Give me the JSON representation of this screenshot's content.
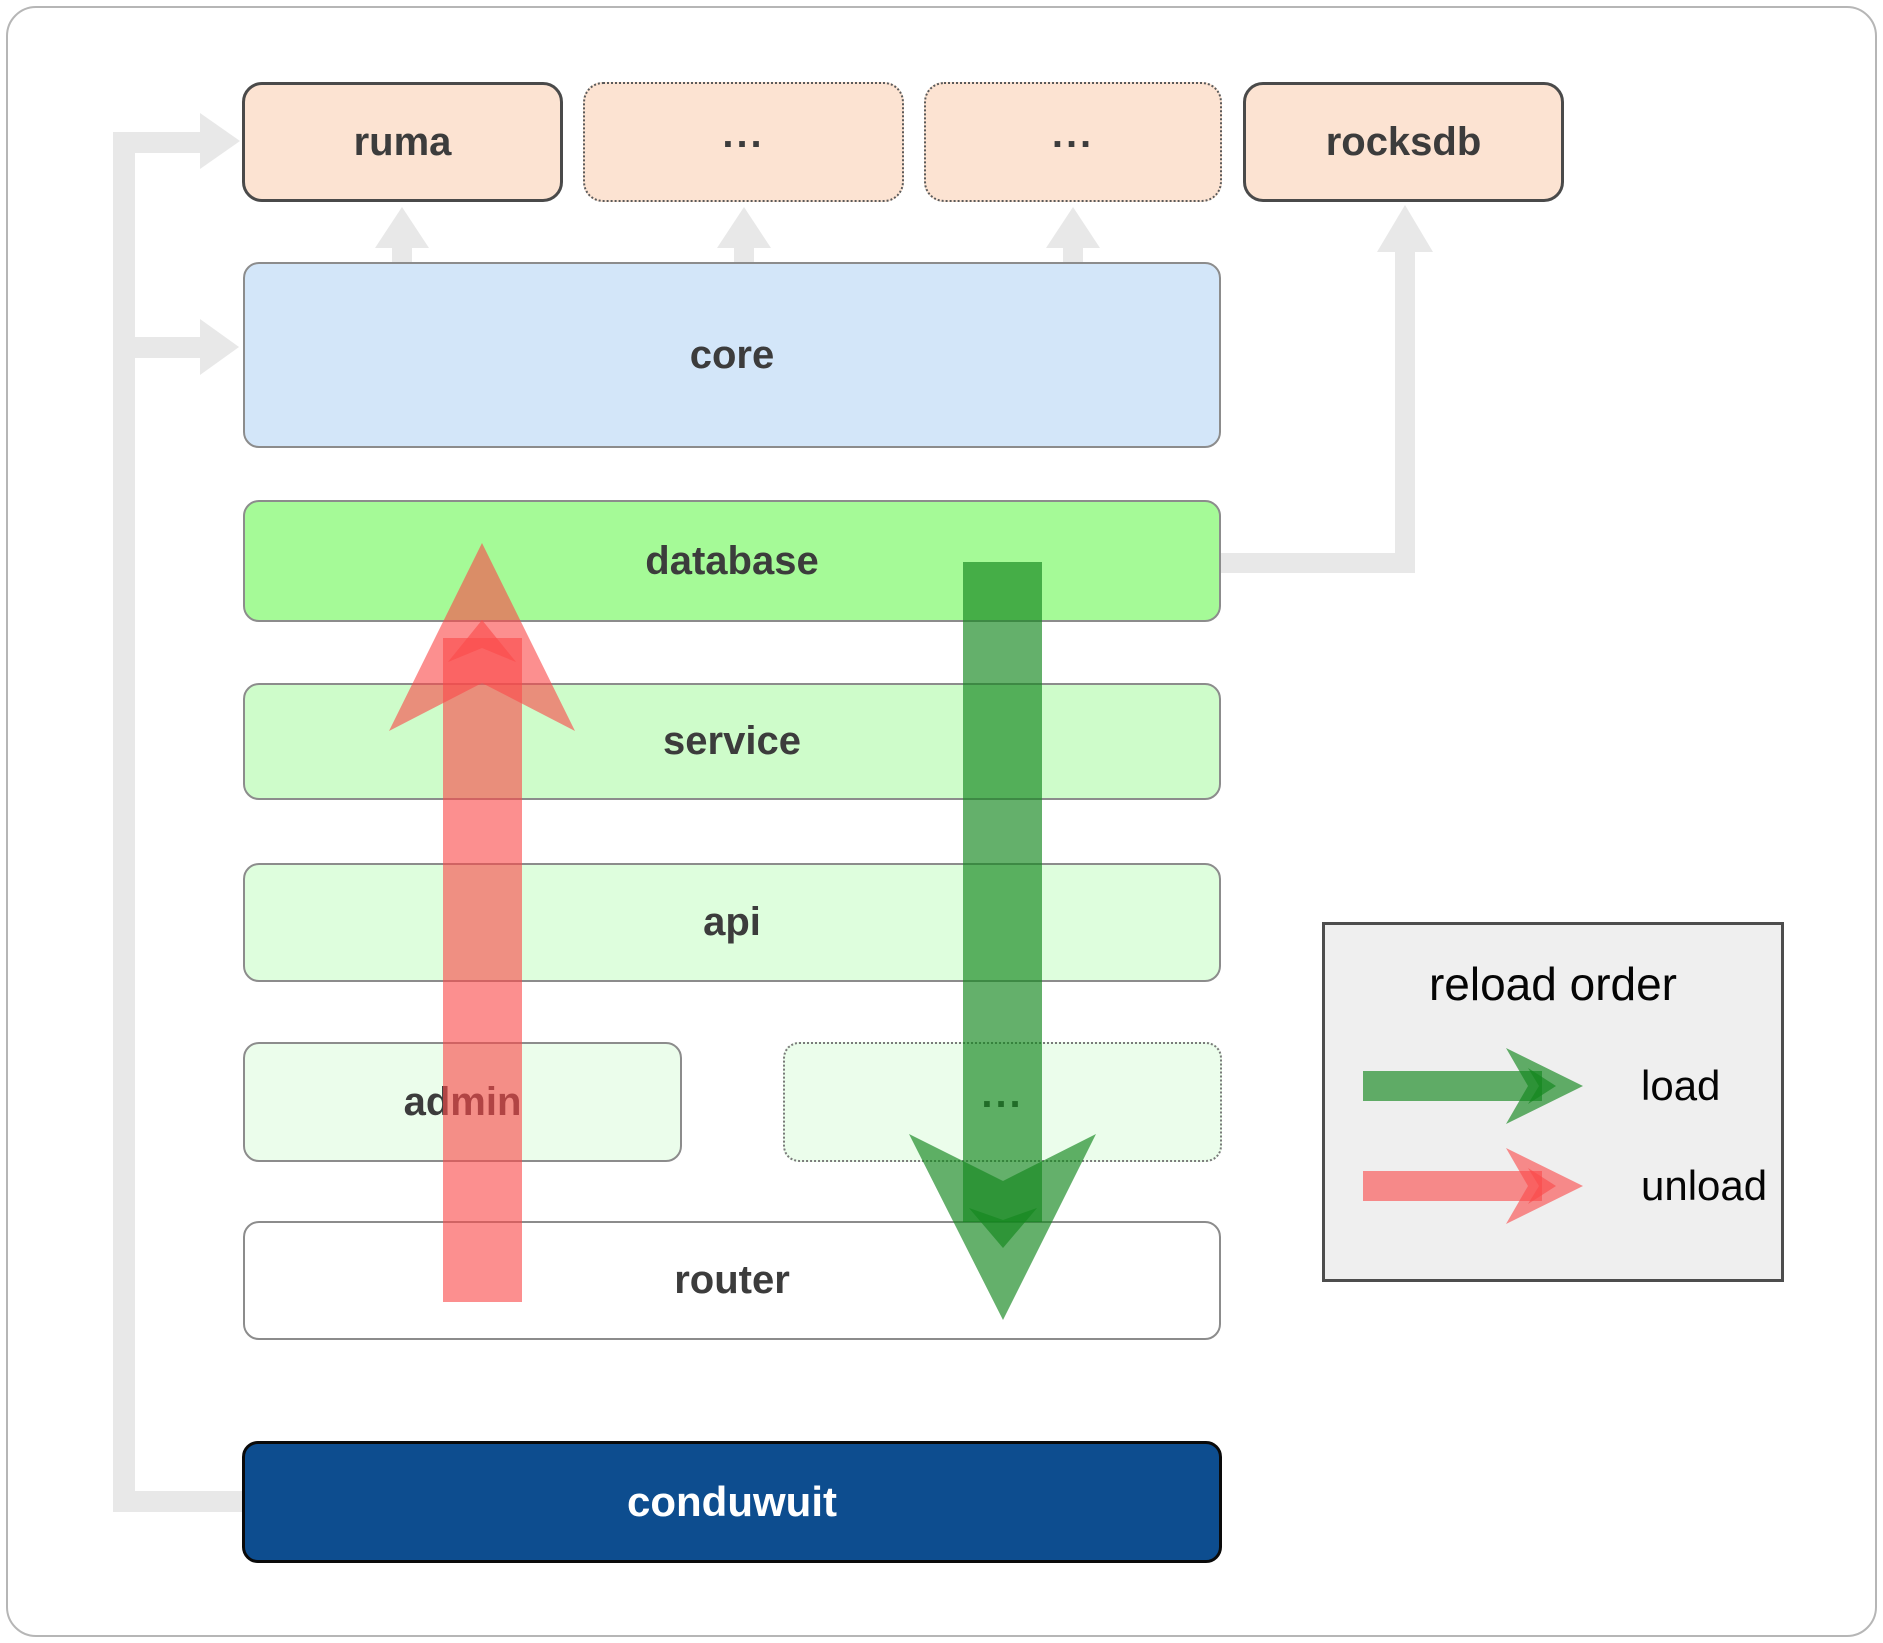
{
  "diagram": {
    "nodes": {
      "ruma": {
        "label": "ruma"
      },
      "dep_other_1": {
        "label": "..."
      },
      "dep_other_2": {
        "label": "..."
      },
      "rocksdb": {
        "label": "rocksdb"
      },
      "core": {
        "label": "core"
      },
      "database": {
        "label": "database"
      },
      "service": {
        "label": "service"
      },
      "api": {
        "label": "api"
      },
      "admin": {
        "label": "admin"
      },
      "more_services": {
        "label": "..."
      },
      "router": {
        "label": "router"
      },
      "conduwuit": {
        "label": "conduwuit"
      }
    }
  },
  "legend": {
    "title": "reload order",
    "items": [
      {
        "name": "load",
        "label": "load"
      },
      {
        "name": "unload",
        "label": "unload"
      }
    ]
  },
  "colors": {
    "load_arrow": "#14871e",
    "unload_arrow": "#fa4b4b",
    "connector_gray": "#e8e8e8",
    "ruma_bg": "#fce3d2",
    "dep_bg": "#fce3d2",
    "rocksdb_bg": "#fce3d2",
    "core_bg": "#d3e6f9",
    "database_bg": "#a5fa97",
    "service_bg": "#cefcca",
    "api_bg": "#defedd",
    "admin_bg": "#ebfdeb",
    "more_bg": "#ebfdeb",
    "router_bg": "#ffffff",
    "conduwuit_bg": "#0d4d8f",
    "legend_bg": "#efefef"
  }
}
